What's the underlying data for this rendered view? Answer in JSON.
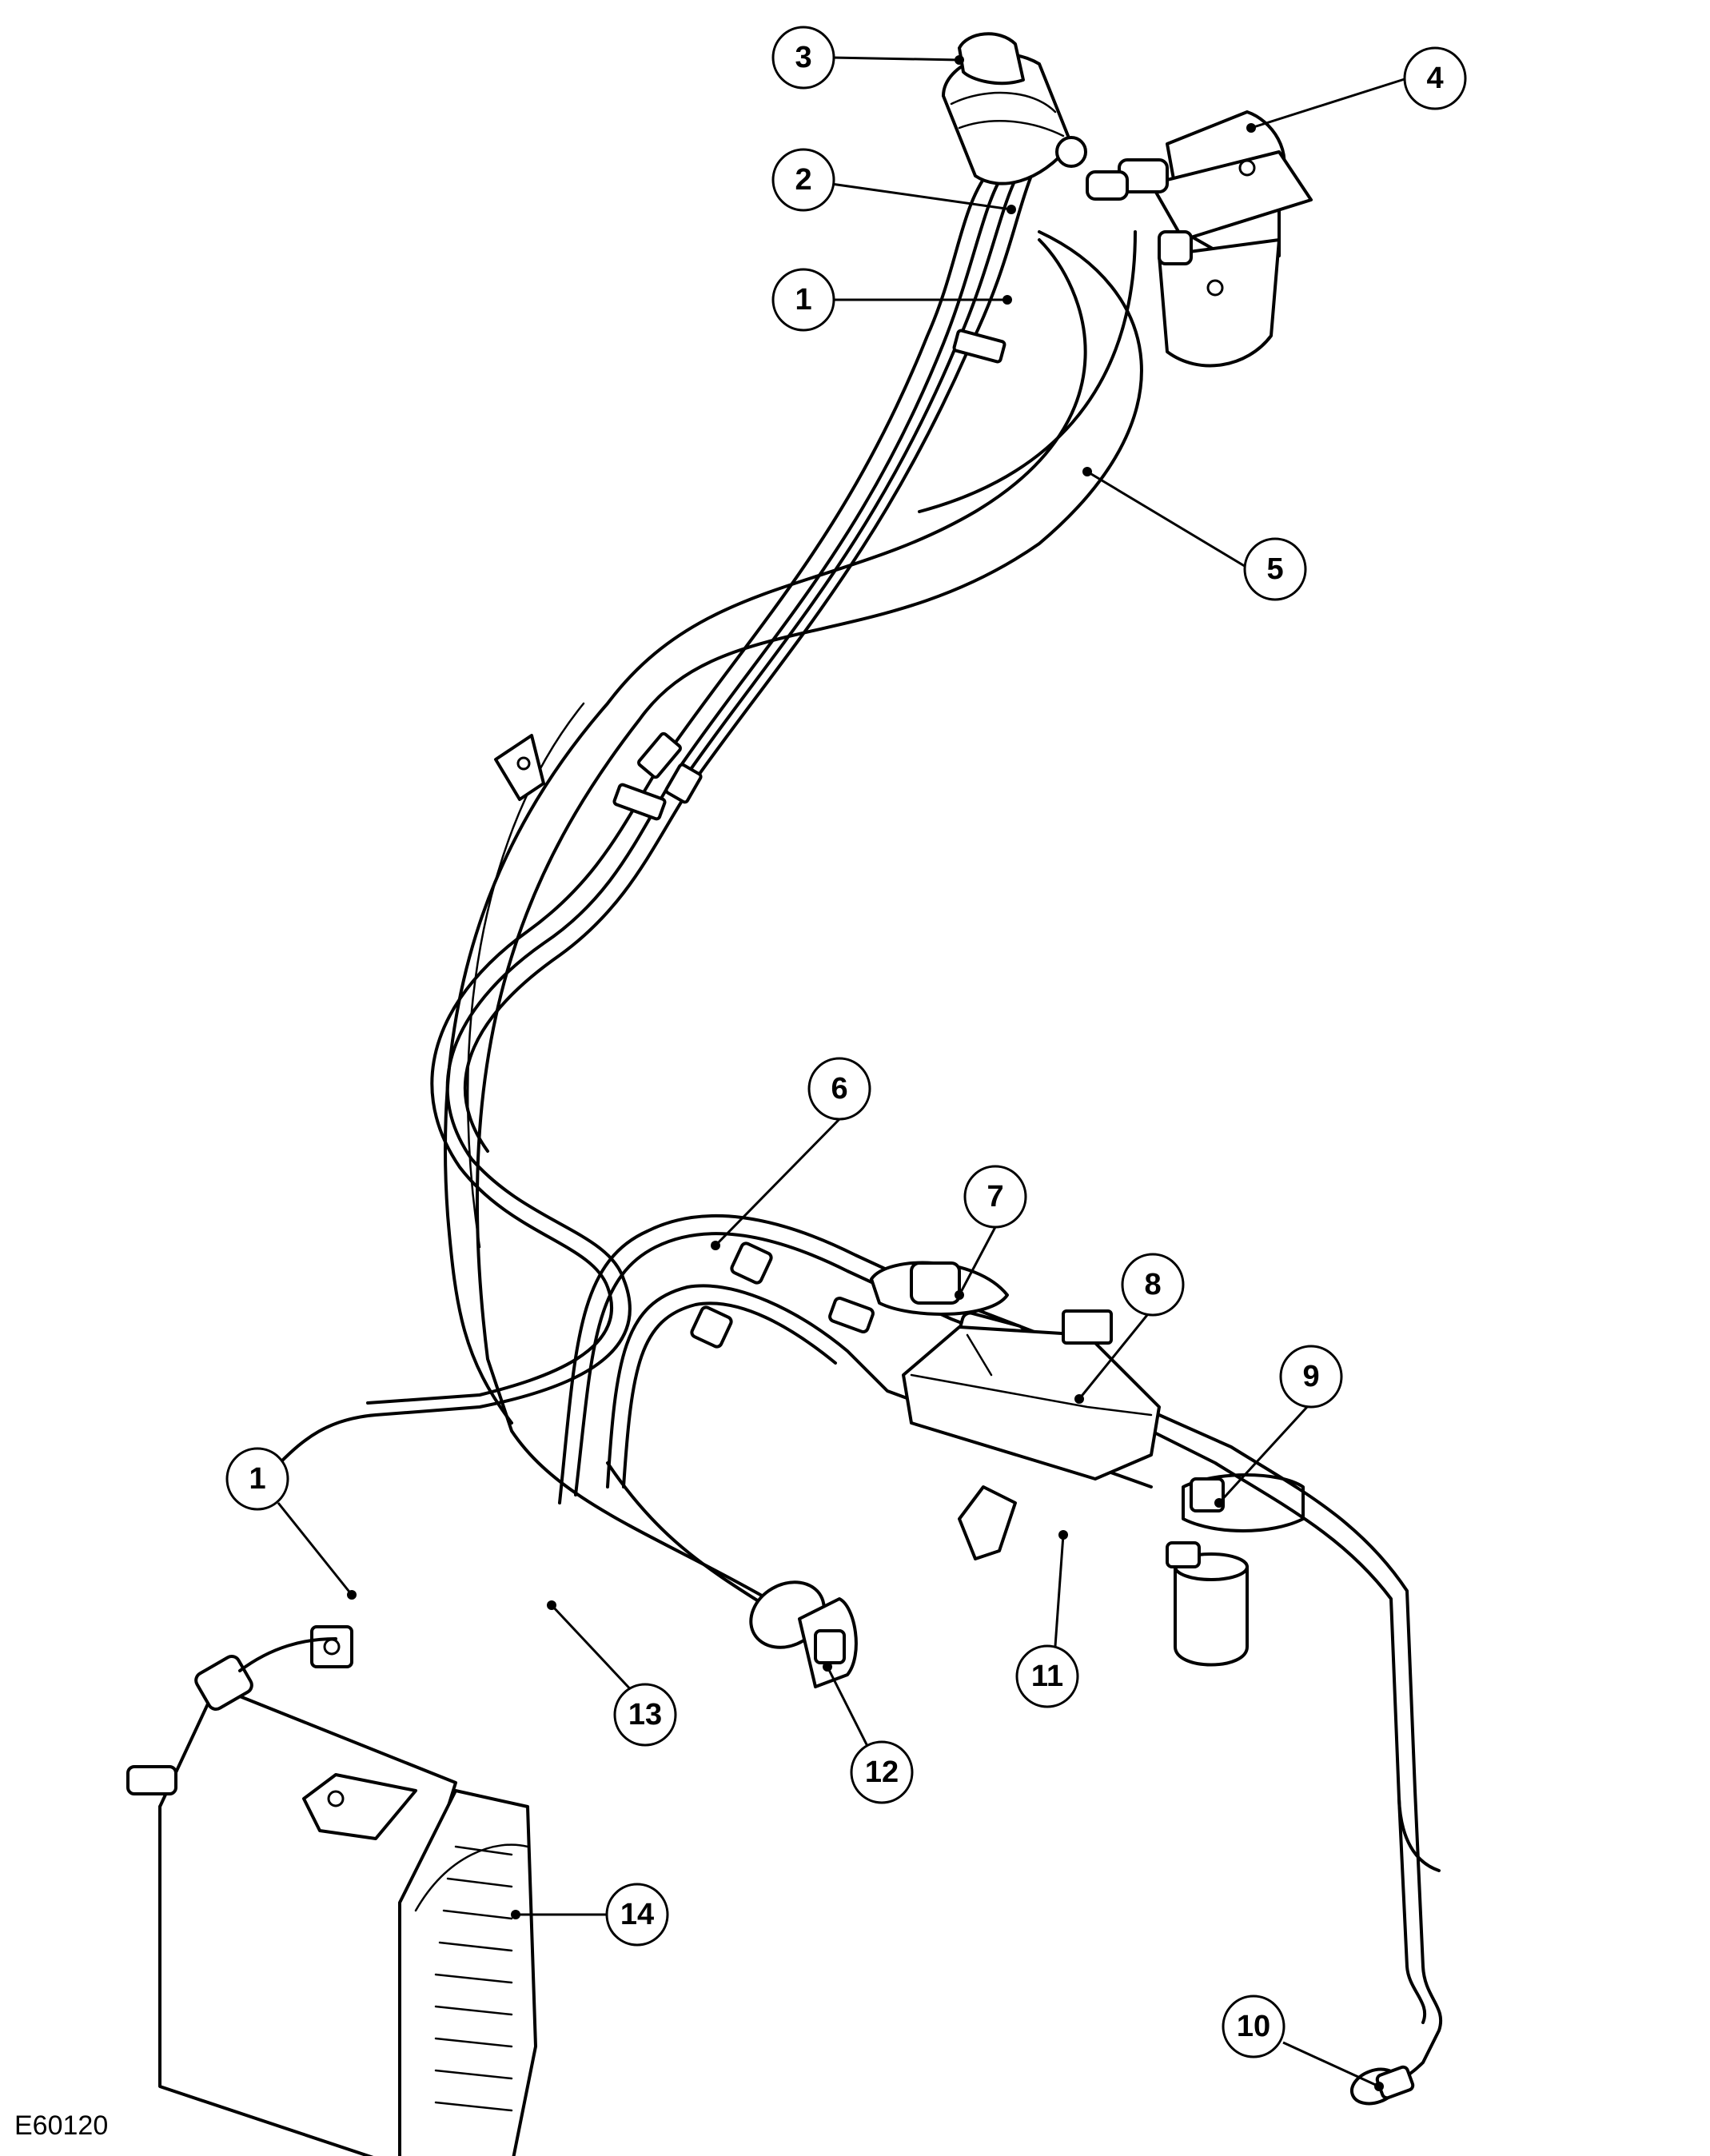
{
  "figure_id": "E60120",
  "callouts": [
    {
      "label": "3"
    },
    {
      "label": "4"
    },
    {
      "label": "2"
    },
    {
      "label": "1"
    },
    {
      "label": "5"
    },
    {
      "label": "6"
    },
    {
      "label": "7"
    },
    {
      "label": "8"
    },
    {
      "label": "9"
    },
    {
      "label": "1"
    },
    {
      "label": "13"
    },
    {
      "label": "12"
    },
    {
      "label": "11"
    },
    {
      "label": "14"
    },
    {
      "label": "10"
    }
  ]
}
